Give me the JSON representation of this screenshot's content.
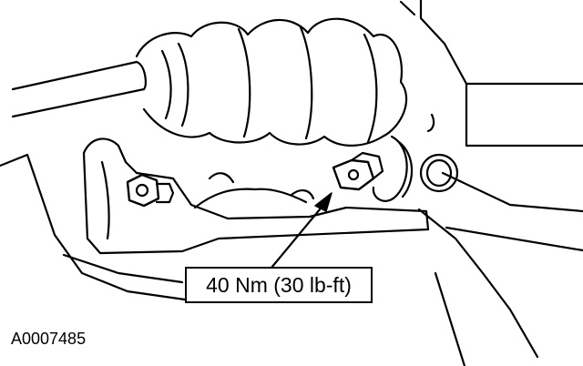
{
  "callout": {
    "torque_label": "40 Nm (30 lb-ft)"
  },
  "figure": {
    "id": "A0007485"
  },
  "colors": {
    "line": "#000000",
    "background": "#ffffff"
  },
  "parts": [
    "axle-shaft",
    "cv-boot",
    "mount-bracket",
    "bracket-bolt",
    "torque-bolt",
    "retaining-clip",
    "housing"
  ]
}
